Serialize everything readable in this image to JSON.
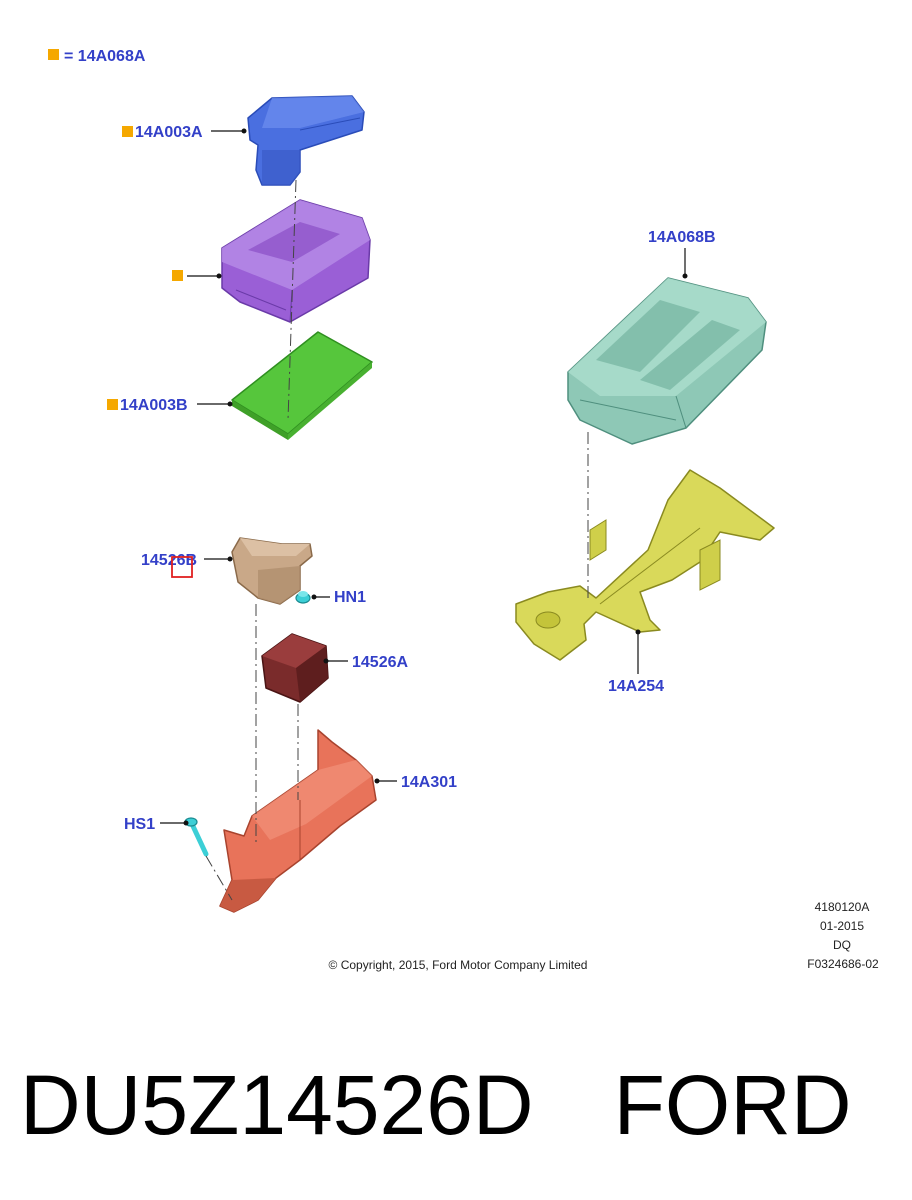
{
  "legend": {
    "text": "= 14A068A",
    "marker_color": "#f5a800"
  },
  "callouts": {
    "p14A003A": "14A003A",
    "p14A003B": "14A003B",
    "p14A068B": "14A068B",
    "p14526B": "14526B",
    "pHN1": "HN1",
    "p14526A": "14526A",
    "p14A301": "14A301",
    "pHS1": "HS1",
    "p14A254": "14A254"
  },
  "meta": {
    "ref": "4180120A",
    "date": "01-2015",
    "code": "DQ",
    "figure": "F0324686-02"
  },
  "copyright": "© Copyright, 2015, Ford Motor Company Limited",
  "caption": {
    "part_number": "DU5Z14526D",
    "brand": "FORD"
  },
  "colors": {
    "cover_blue": "#4a6fe0",
    "module_purple": "#9a5fd6",
    "board_green": "#56c63c",
    "fusebox_teal": "#8ec8b6",
    "bracket_yellow": "#d9d95a",
    "relay_tan": "#c9a888",
    "relay_dark": "#7a2b2b",
    "tray_orange": "#e8735a",
    "label_blue": "#3340c8",
    "highlight_red": "#e02020"
  }
}
